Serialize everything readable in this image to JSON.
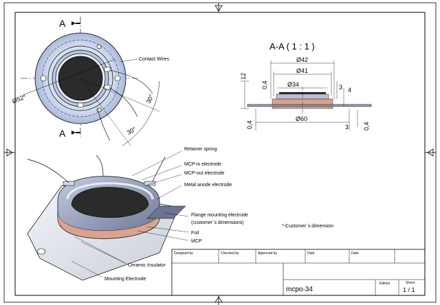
{
  "section": {
    "marker": "A",
    "title": "A-A ( 1 : 1 )"
  },
  "top_view": {
    "diameter": "Ø52*",
    "angle1": "30°",
    "angle2": "30°",
    "contact_wires": "Contact Wires"
  },
  "section_dims": {
    "d42": "Ø42",
    "d41": "Ø41",
    "d34": "Ø34",
    "d60": "Ø60",
    "h12": "12",
    "t04a": "0,4",
    "t04b": "0,4",
    "t04c": "0,4",
    "v3a": "3",
    "v4": "4",
    "v3b": "3"
  },
  "callouts": {
    "retainer_spring": "Retainer spring",
    "mcp_in": "MCP-in electrode",
    "mcp_out": "MCP-out electrode",
    "metal_anode": "Metal anode electrode",
    "flange": "Flange mounting electrode",
    "flange_note": "(customer`s dimensions)",
    "foil": "Foil",
    "mcp": "MCP",
    "ceramic": "Ceramic Insulator",
    "mounting": "Mounting Electrode"
  },
  "note": "*-Customer`s  dimension",
  "title_block": {
    "designed_by": "Designed by",
    "checked_by": "Checked by",
    "approved_by": "Approved by",
    "date1": "Date",
    "date2": "Date",
    "part_name": "mcpo-34",
    "edition": "Edition",
    "sheet_label": "Sheet",
    "sheet_value": "1 / 1"
  },
  "colors": {
    "ring_blue": "#b9c8e6",
    "mcp_dark": "#2b2b2b",
    "copper": "#d9a48f",
    "metal": "#9aa3b8"
  }
}
